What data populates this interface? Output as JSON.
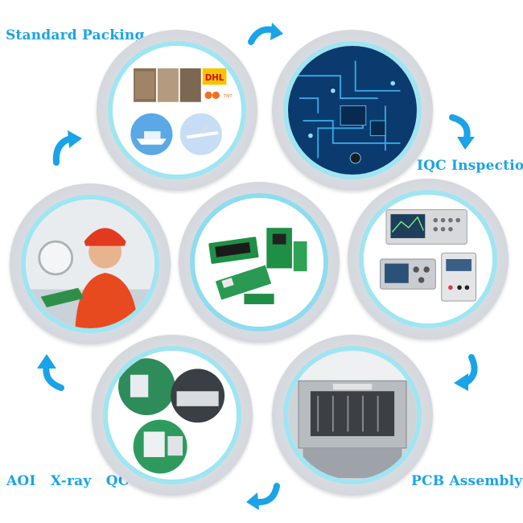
{
  "labels": {
    "standard_packing": "Standard Packing",
    "iqc_inspection": "IQC Inspection",
    "pcb_assembly": "PCB Assembly",
    "aoi_xray_qc": "AOI   X-ray   QC"
  },
  "packing_logos": {
    "dhl": "DHL",
    "tnt": "TNT"
  },
  "colors": {
    "accent": "#1aa3e8",
    "ring_outer": "#cfd3d8",
    "ring_inner": "#9fe5f2",
    "pcb_green": "#1f8f45",
    "circuit_blue": "#0b3b6e"
  },
  "icons": [
    "curved-arrow-icon"
  ]
}
